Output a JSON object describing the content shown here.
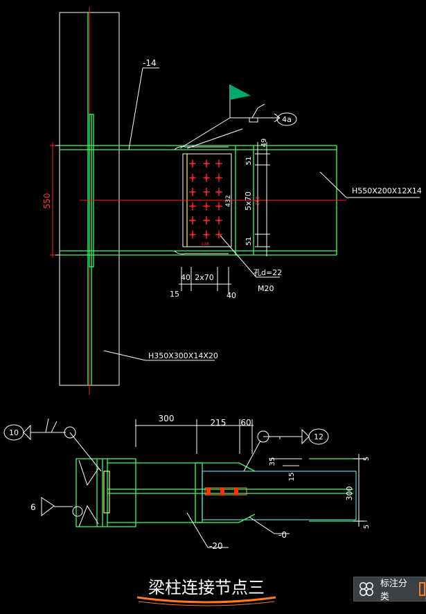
{
  "drawing": {
    "title": "梁柱连接节点三",
    "elevation": {
      "plate_label": "-14",
      "beam_label": "H550X200X12X14",
      "column_label": "H350X300X14X20",
      "dim_height": "550",
      "dim_bolt_spacing": "5x70",
      "dim_plate_height": "432",
      "dim_top_edge": "49",
      "dim_top_51": "51",
      "dim_bottom_51": "51",
      "dim_bottom_40_left": "40",
      "dim_bottom_2x70": "2x70",
      "dim_bottom_15": "15",
      "dim_bottom_40_right": "40",
      "hole_note": "孔d=22",
      "bolt_note": "M20",
      "weld_callout": "4a",
      "plate_small_text": "138",
      "inner_red_text": "350"
    },
    "plan": {
      "dim_300": "300",
      "dim_215": "215",
      "dim_60": "60",
      "dim_35": "35",
      "dim_15": "15",
      "dim_300_vertical": "300",
      "dim_5_top": "5",
      "dim_5_bottom": "5",
      "weld_left": "10",
      "weld_right": "12",
      "weld_side": "6",
      "plate_label_20": "-20",
      "plate_label_0": "-0"
    }
  },
  "toolbar": {
    "label": "标注分类",
    "icon": "grid-icon"
  },
  "colors": {
    "background": "#000000",
    "steel_lines": "#33ff66",
    "leaders": "#ffffff",
    "dimensions": "#ff3333",
    "bolts": "#ff2222",
    "flag": "#00a86b",
    "accent": "#ff7a1a"
  }
}
